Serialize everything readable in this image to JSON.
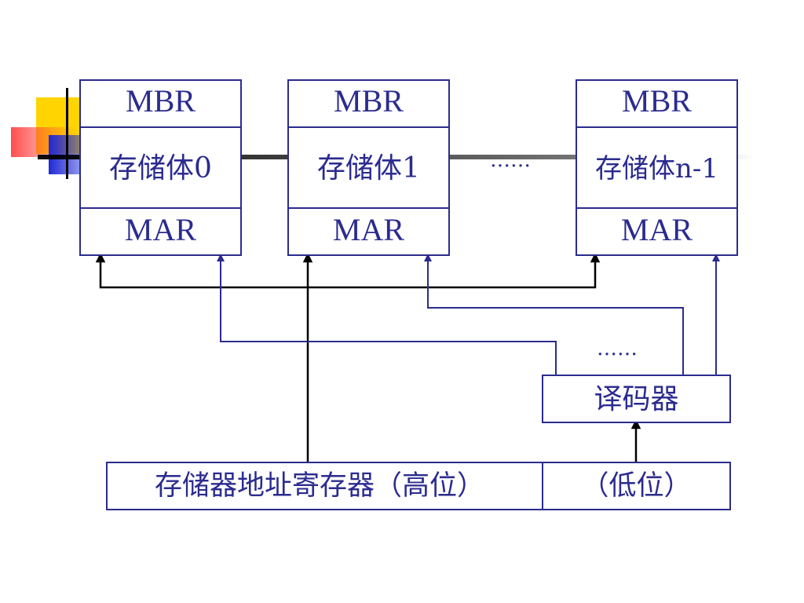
{
  "modules": [
    {
      "top": "MBR",
      "middle": "存储体0",
      "bottom": "MAR"
    },
    {
      "top": "MBR",
      "middle": "存储体1",
      "bottom": "MAR"
    },
    {
      "top": "MBR",
      "middle": "存储体n-1",
      "bottom": "MAR"
    }
  ],
  "ellipsis_modules": "……",
  "ellipsis_decoder": "……",
  "decoder": {
    "label": "译码器"
  },
  "address_register": {
    "high_label": "存储器地址寄存器（高位）",
    "low_label": "（低位）"
  },
  "colors": {
    "blue": "#2b2b8f",
    "black": "#000000",
    "deco_yellow": "#ffd400",
    "deco_blue": "#1f2bd6",
    "deco_red": "#ff3a3a"
  }
}
